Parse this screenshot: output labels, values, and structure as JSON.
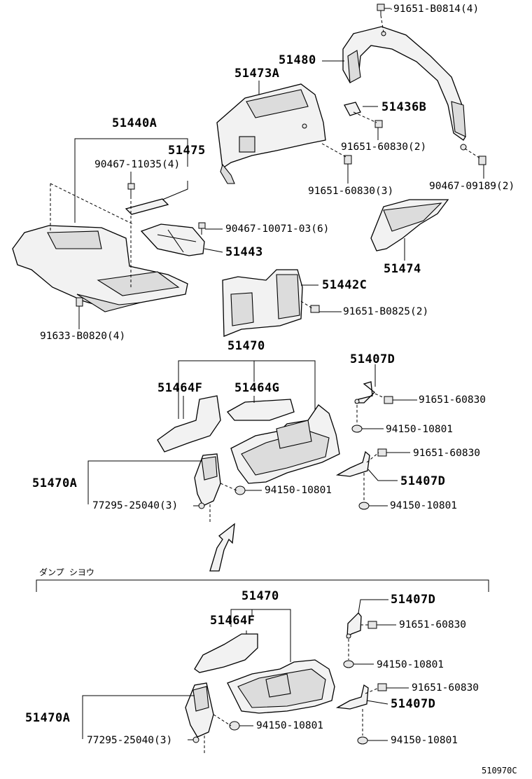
{
  "labels": {
    "p_91651_b0814": "91651-B0814(4)",
    "p_51480": "51480",
    "p_51473a": "51473A",
    "p_51436b": "51436B",
    "p_51440a": "51440A",
    "p_51475": "51475",
    "p_90467_11035": "90467-11035(4)",
    "p_91651_60830_2": "91651-60830(2)",
    "p_91651_60830_3": "91651-60830(3)",
    "p_90467_09189": "90467-09189(2)",
    "p_90467_10071": "90467-10071-03(6)",
    "p_51443": "51443",
    "p_51474": "51474",
    "p_51442c": "51442C",
    "p_91651_b0825": "91651-B0825(2)",
    "p_91633_b0820": "91633-B0820(4)",
    "p_51470": "51470",
    "p_51407d_1": "51407D",
    "p_51464f": "51464F",
    "p_51464g": "51464G",
    "p_91651_60830_a": "91651-60830",
    "p_94150_10801_a": "94150-10801",
    "p_91651_60830_b": "91651-60830",
    "p_51407d_2": "51407D",
    "p_51470a": "51470A",
    "p_94150_10801_b": "94150-10801",
    "p_94150_10801_c": "94150-10801",
    "p_77295_25040": "77295-25040(3)",
    "section_title": "ダンプ シヨウ",
    "s_51470": "51470",
    "s_51407d_1": "51407D",
    "s_51464f": "51464F",
    "s_91651_60830_a": "91651-60830",
    "s_94150_10801_a": "94150-10801",
    "s_91651_60830_b": "91651-60830",
    "s_51407d_2": "51407D",
    "s_51470a": "51470A",
    "s_94150_10801_b": "94150-10801",
    "s_94150_10801_c": "94150-10801",
    "s_77295_25040": "77295-25040(3)",
    "drawing_code": "510970C"
  }
}
